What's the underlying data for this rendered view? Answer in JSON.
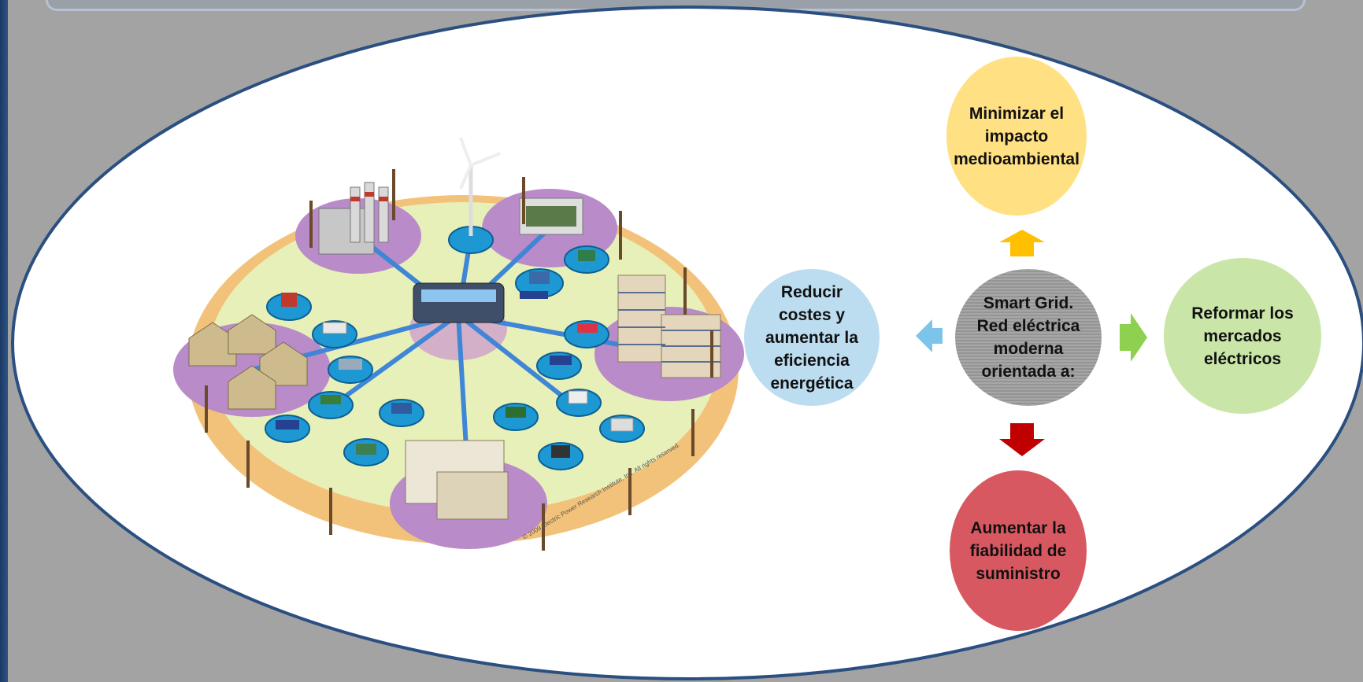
{
  "diagram": {
    "center": "Smart Grid. Red eléctrica moderna orientada a:",
    "top": "Minimizar el impacto medioambiental",
    "left": "Reducir costes y aumentar la eficiencia energética",
    "right": "Reformar los mercados eléctricos",
    "bottom": "Aumentar la fiabilidad de suministro"
  },
  "image": {
    "caption": "© 2009 Electric Power Research Institute, Inc. All rights reserved."
  },
  "colors": {
    "top": "#ffe083",
    "left": "#bcdcf0",
    "right": "#c9e6a8",
    "bottom": "#d85861",
    "arrow_up": "#ffc000",
    "arrow_left": "#7dc4ea",
    "arrow_right": "#8ed050",
    "arrow_down": "#c00000"
  }
}
